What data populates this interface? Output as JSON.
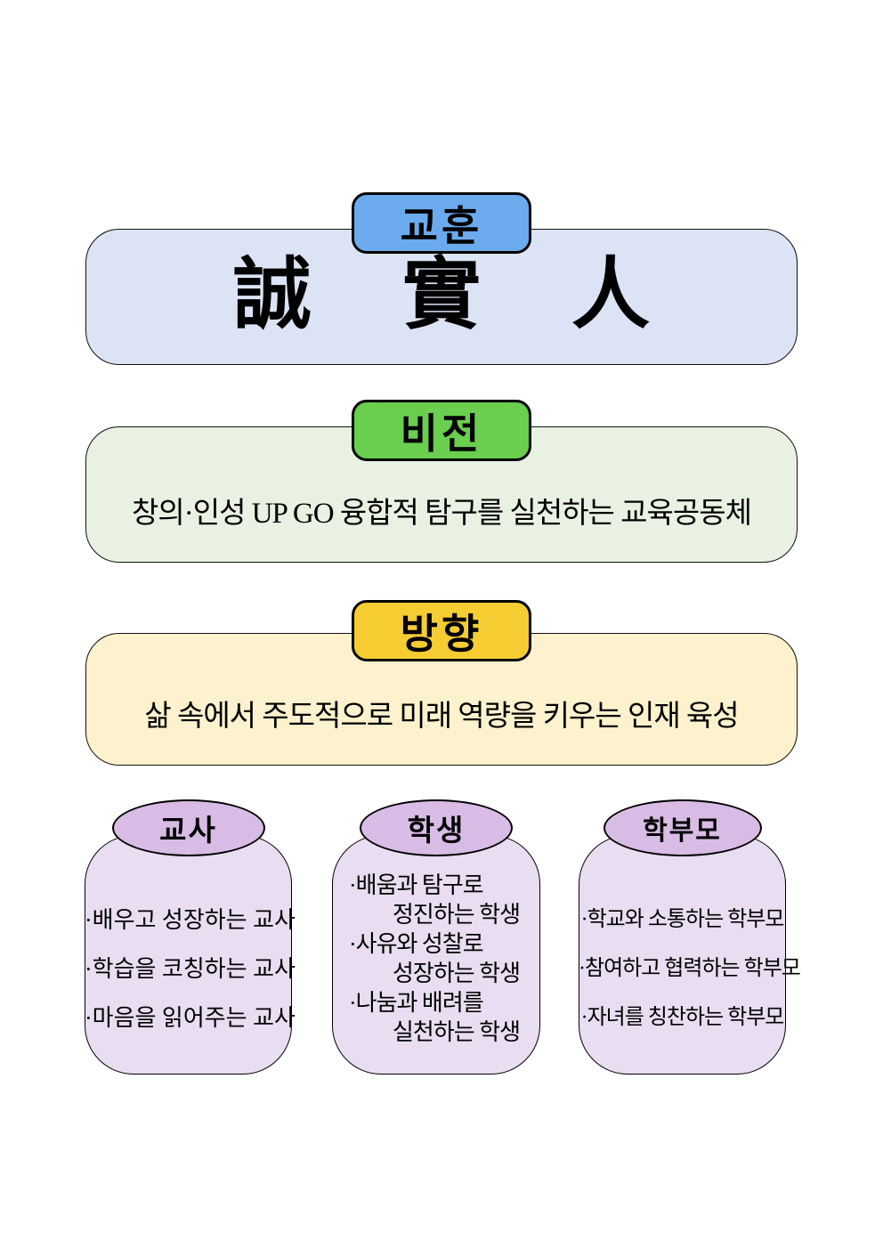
{
  "motto": {
    "badge": "교훈",
    "text": "誠 實 人",
    "badge_color": "#6babed",
    "panel_color": "#dbe3f5"
  },
  "vision": {
    "badge": "비전",
    "text": "창의·인성 UP GO 융합적 탐구를 실천하는 교육공동체",
    "badge_color": "#6ace4e",
    "panel_color": "#e9f2e2"
  },
  "direction": {
    "badge": "방향",
    "text": "삶 속에서 주도적으로 미래 역량을 키우는 인재 육성",
    "badge_color": "#f5cd32",
    "panel_color": "#fdf2cd"
  },
  "groups": [
    {
      "title": "교사",
      "lines": [
        "·배우고 성장하는 교사",
        "·학습을 코칭하는 교사",
        "·마음을 읽어주는 교사"
      ]
    },
    {
      "title": "학생",
      "lines": [
        "·배움과 탐구로",
        "정진하는 학생",
        "·사유와 성찰로",
        "성장하는 학생",
        "·나눔과 배려를",
        "실천하는 학생"
      ]
    },
    {
      "title": "학부모",
      "lines": [
        "·학교와 소통하는 학부모",
        "·참여하고 협력하는 학부모",
        "·자녀를 칭찬하는 학부모"
      ]
    }
  ],
  "colors": {
    "group_box": "#e9ddf1",
    "group_ellipse": "#d9bce5",
    "border": "#000000"
  }
}
